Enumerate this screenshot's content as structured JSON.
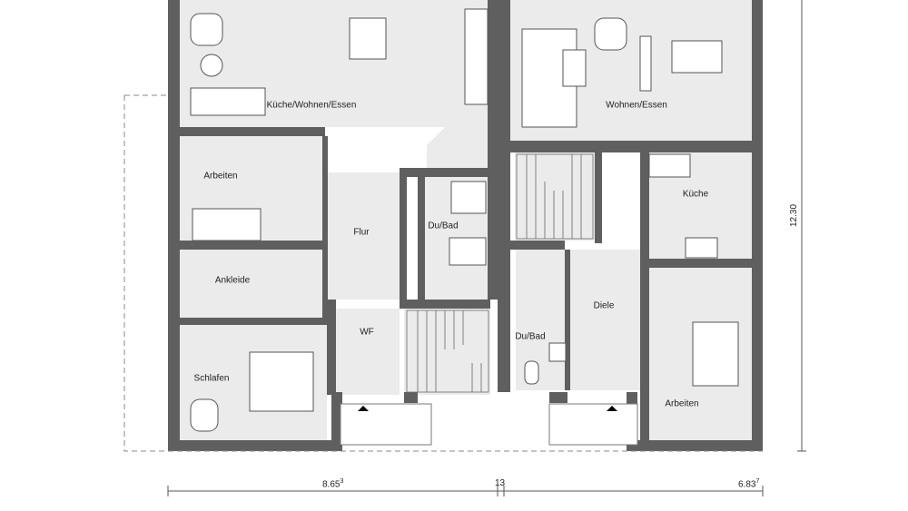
{
  "rooms": {
    "left_living": "Küche/Wohnen/Essen",
    "left_office": "Arbeiten",
    "left_dressing": "Ankleide",
    "left_bedroom": "Schlafen",
    "left_hall": "Flur",
    "left_bath": "Du/Bad",
    "left_wf": "WF",
    "right_living": "Wohnen/Essen",
    "right_kitchen": "Küche",
    "right_bath": "Du/Bad",
    "right_hall": "Diele",
    "right_office": "Arbeiten"
  },
  "dimensions": {
    "left_width": "8.65",
    "left_width_sup": "3",
    "wall_gap": "13",
    "right_width": "6.83",
    "right_width_sup": "7",
    "depth": "12.30"
  },
  "colors": {
    "wall": "#5f5f5f",
    "floor": "#ebebeb"
  }
}
